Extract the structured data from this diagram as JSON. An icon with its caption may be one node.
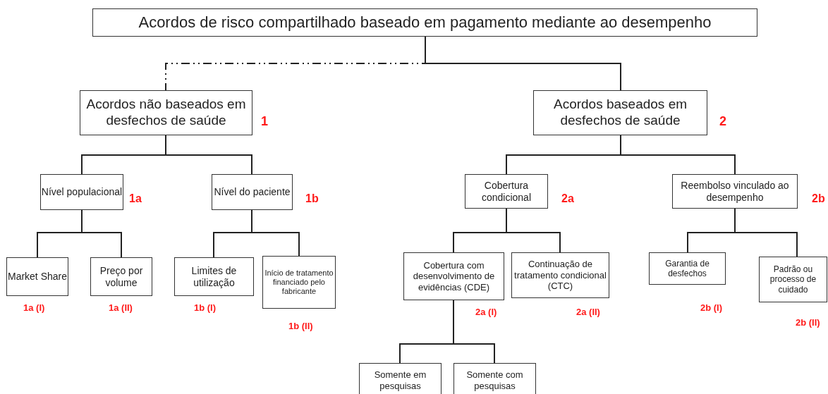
{
  "diagram": {
    "nodes": [
      {
        "text": [
          "Acordos de risco compartilhado baseado em pagamento mediante ao desempenho"
        ]
      },
      {
        "text": [
          "Acordos não baseados em desfechos de saúde"
        ],
        "beside": [
          "1"
        ]
      },
      {
        "text": [
          "Acordos baseados em desfechos de saúde"
        ],
        "beside": [
          "2"
        ]
      },
      {
        "text": [
          "Nível populacional"
        ],
        "beside": [
          "1a"
        ]
      },
      {
        "text": [
          "Nível do paciente"
        ],
        "beside": [
          "1b"
        ]
      },
      {
        "text": [
          "Cobertura condicional"
        ],
        "beside": [
          "2a"
        ]
      },
      {
        "text": [
          "Reembolso vinculado ao desempenho"
        ],
        "beside": [
          "2b"
        ]
      },
      {
        "text": [
          "Market Share"
        ],
        "beside": [
          "1a (I)"
        ]
      },
      {
        "text": [
          "Preço por volume"
        ],
        "beside": [
          "1a (II)"
        ]
      },
      {
        "text": [
          "Limites de utilização"
        ],
        "beside": [
          "1b (I)"
        ]
      },
      {
        "text": [
          "Início de tratamento financiado pelo fabricante"
        ],
        "beside": [
          "1b (II)"
        ]
      },
      {
        "text": [
          "Cobertura com desenvolvimento de evidências (CDE)"
        ],
        "beside": [
          "2a (I)"
        ]
      },
      {
        "text": [
          "Continuação de tratamento condicional (CTC)"
        ],
        "beside": [
          "2a (II)"
        ]
      },
      {
        "text": [
          "Garantia de desfechos"
        ],
        "beside": [
          "2b (I)"
        ]
      },
      {
        "text": [
          "Padrão ou processo de cuidado"
        ],
        "beside": [
          "2b (II)"
        ]
      },
      {
        "text": [
          "Somente em pesquisas"
        ]
      },
      {
        "text": [
          "Somente com pesquisas"
        ]
      }
    ],
    "edges": [
      {
        "from": 0,
        "to": 1,
        "arrow": "none",
        "style": "dashed"
      },
      {
        "from": 0,
        "to": 2,
        "arrow": "none"
      },
      {
        "from": 1,
        "to": 3,
        "arrow": "none"
      },
      {
        "from": 1,
        "to": 4,
        "arrow": "none"
      },
      {
        "from": 2,
        "to": 5,
        "arrow": "none"
      },
      {
        "from": 2,
        "to": 6,
        "arrow": "none"
      },
      {
        "from": 3,
        "to": 7,
        "arrow": "none"
      },
      {
        "from": 3,
        "to": 8,
        "arrow": "none"
      },
      {
        "from": 4,
        "to": 9,
        "arrow": "none"
      },
      {
        "from": 4,
        "to": 10,
        "arrow": "none"
      },
      {
        "from": 5,
        "to": 11,
        "arrow": "none"
      },
      {
        "from": 5,
        "to": 12,
        "arrow": "none"
      },
      {
        "from": 6,
        "to": 13,
        "arrow": "none"
      },
      {
        "from": 6,
        "to": 14,
        "arrow": "none"
      },
      {
        "from": 11,
        "to": 15,
        "arrow": "none"
      },
      {
        "from": 11,
        "to": 16,
        "arrow": "none"
      }
    ]
  }
}
